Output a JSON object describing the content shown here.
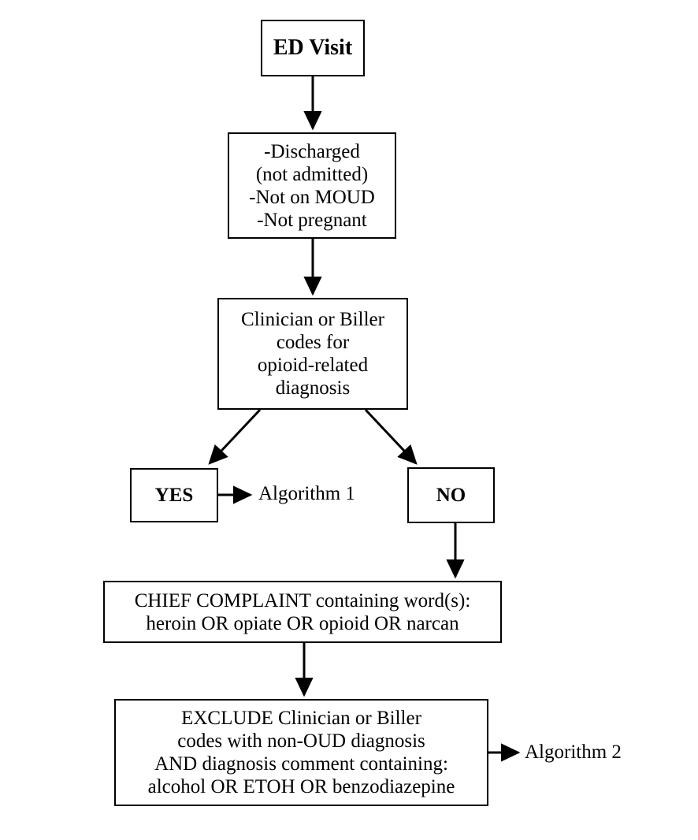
{
  "diagram": {
    "title": "ED Visit opioid-related diagnosis screening flowchart",
    "stroke_color": "#000000",
    "fill_color": "#ffffff",
    "nodes": {
      "ed_visit": "ED Visit",
      "eligibility": "-Discharged\n(not admitted)\n-Not on MOUD\n-Not pregnant",
      "coding": "Clinician or Biller\ncodes for\nopioid-related\ndiagnosis",
      "yes": "YES",
      "no": "NO",
      "chief_complaint": "CHIEF COMPLAINT containing word(s):\nheroin OR opiate OR opioid OR narcan",
      "exclude": "EXCLUDE Clinician or Biller\ncodes with non-OUD diagnosis\nAND diagnosis comment containing:\nalcohol OR ETOH OR benzodiazepine"
    },
    "labels": {
      "algorithm_1": "Algorithm 1",
      "algorithm_2": "Algorithm 2"
    }
  }
}
